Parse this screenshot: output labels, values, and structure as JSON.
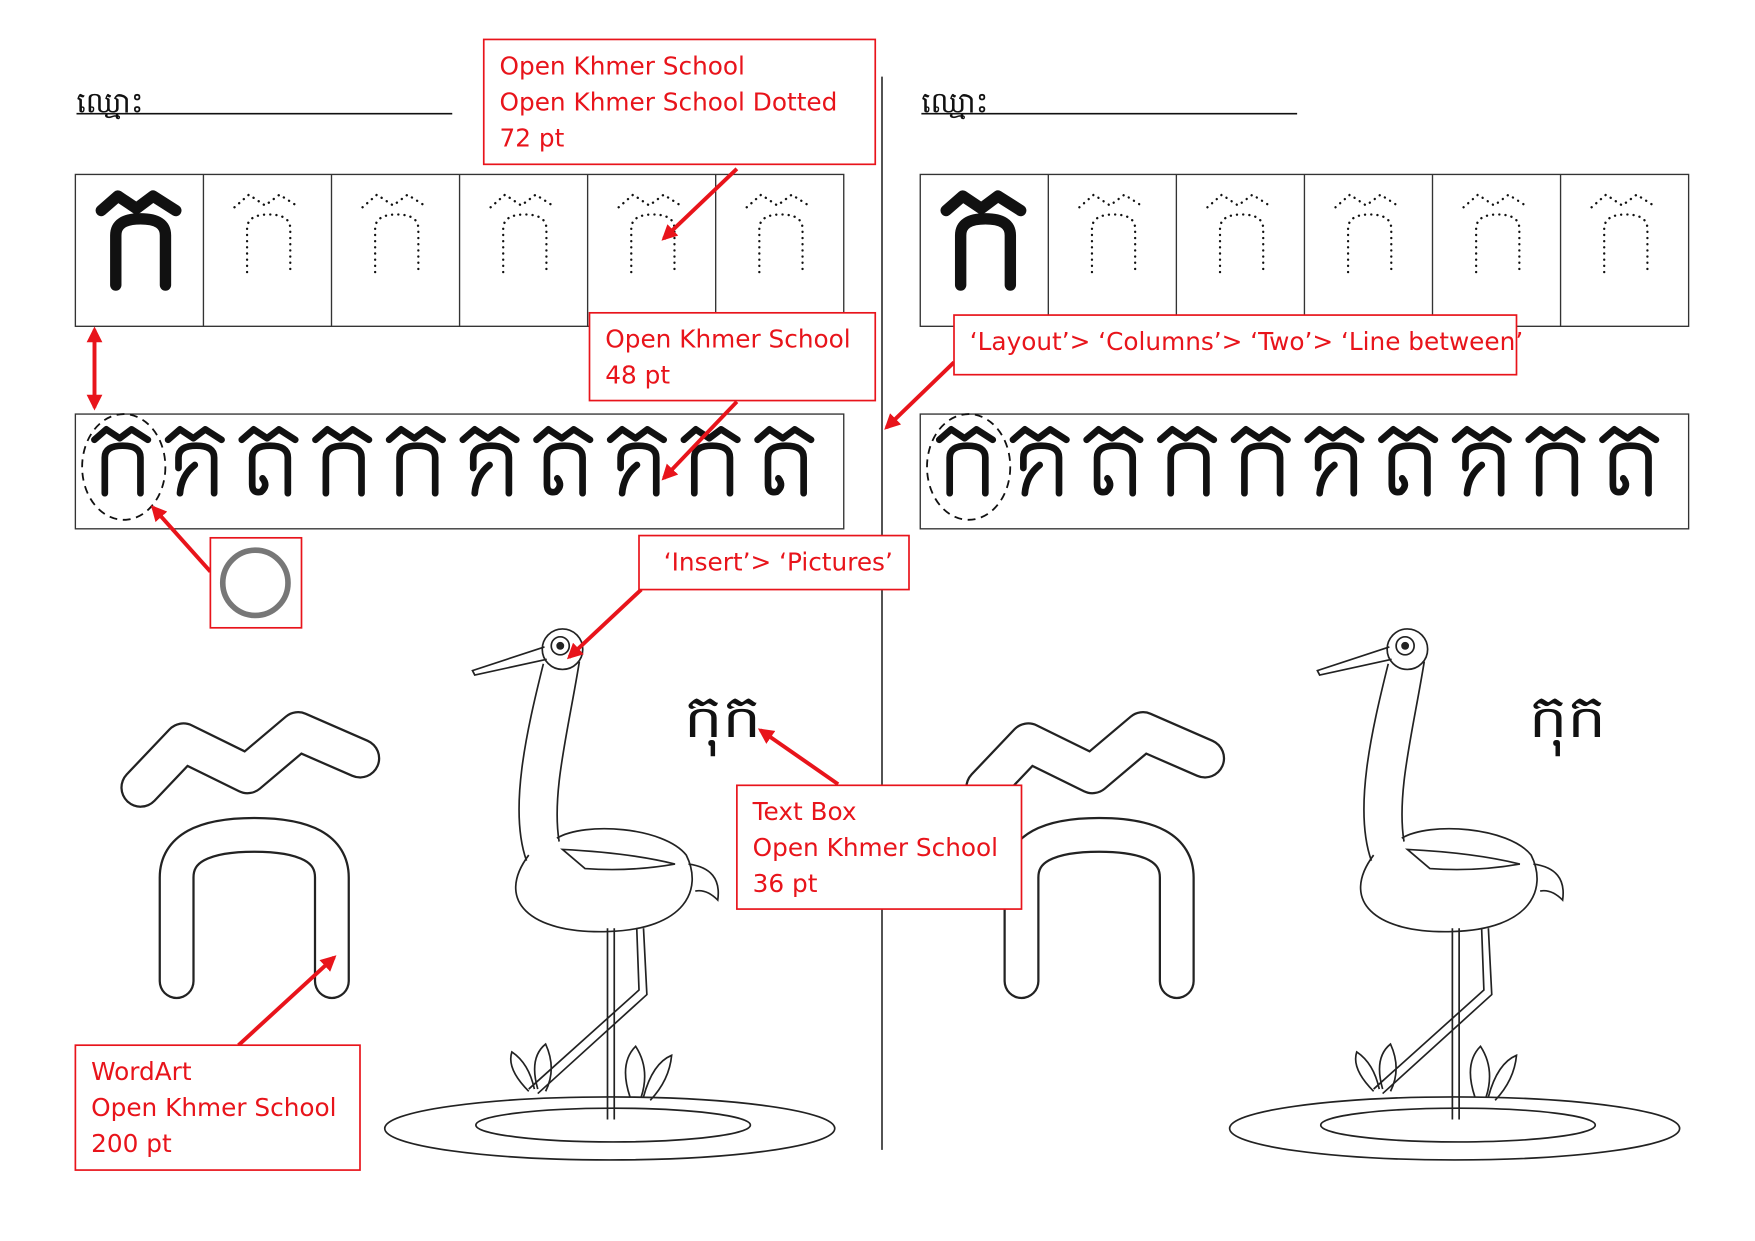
{
  "columns": [
    {
      "name_label": "ឈ្មោះ",
      "practice_letter": "ក",
      "dotted_letters": [
        "ក",
        "ក",
        "ក",
        "ក",
        "ក"
      ],
      "row_letters": [
        "ក",
        "គ",
        "ត",
        "ក",
        "ក",
        "គ",
        "ត",
        "គ",
        "ក",
        "ត"
      ],
      "text_box": "កុក",
      "wordart_letter": "ក"
    },
    {
      "name_label": "ឈ្មោះ",
      "practice_letter": "ក",
      "dotted_letters": [
        "ក",
        "ក",
        "ក",
        "ក",
        "ក"
      ],
      "row_letters": [
        "ក",
        "គ",
        "ត",
        "ក",
        "ក",
        "គ",
        "ត",
        "គ",
        "ក",
        "ត"
      ],
      "text_box": "កុក",
      "wordart_letter": "ក"
    }
  ],
  "annotations": {
    "font_72": [
      "Open Khmer School",
      "Open Khmer School Dotted",
      "72 pt"
    ],
    "font_48": [
      "Open Khmer School",
      "48 pt"
    ],
    "columns": "‘Layout’> ‘Columns’> ‘Two’> ‘Line between’",
    "pictures": "‘Insert’> ‘Pictures’",
    "text_box": [
      "Text Box",
      "Open Khmer School",
      "36 pt"
    ],
    "wordart": [
      "WordArt",
      "Open Khmer School",
      "200 pt"
    ]
  },
  "colors": {
    "annotation": "#e8141b",
    "ink": "#111111"
  }
}
